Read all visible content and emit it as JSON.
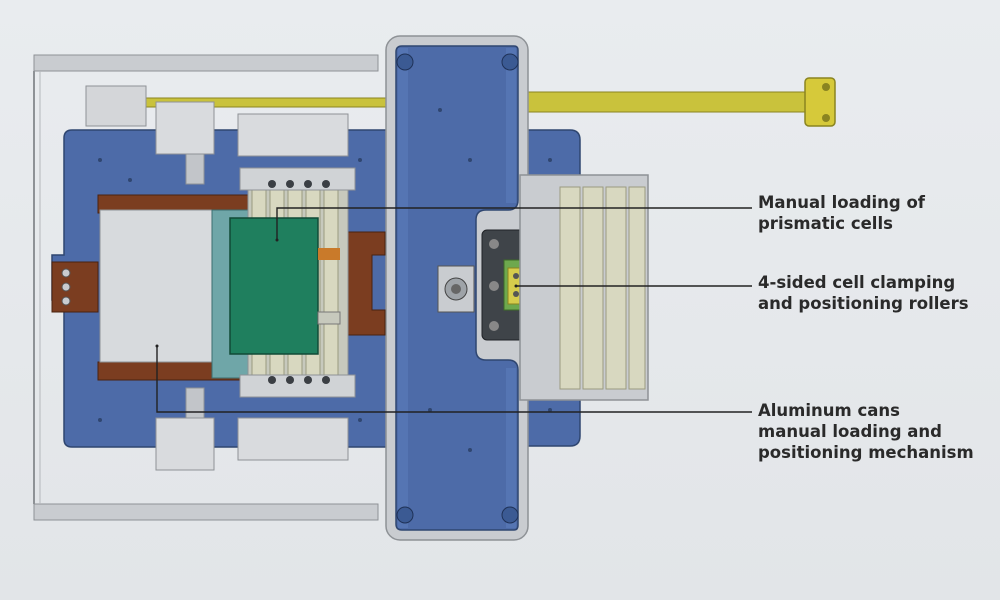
{
  "labels": {
    "manual_loading": "Manual loading of\nprismatic cells",
    "clamping_rollers": "4-sided cell clamping\nand positioning rollers",
    "aluminum_cans": "Aluminum cans\nmanual loading and\npositioning mechanism"
  },
  "colors": {
    "background": "#e6e9ec",
    "base_plate": "#4d6ba8",
    "plate_edge": "#2f4670",
    "frame_metal": "#c9ccd0",
    "cell_green": "#1f7f5e",
    "copper": "#7b3d20",
    "yellow_rod": "#c9c23c",
    "roller": "#d8d8c0",
    "leader": "#222222"
  }
}
